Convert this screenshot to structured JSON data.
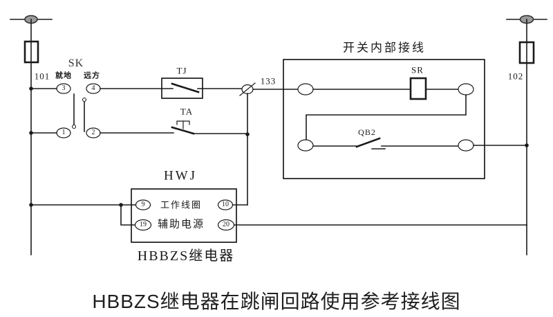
{
  "caption": "HBBZS继电器在跳闸回路使用参考接线图",
  "left_bus": {
    "label": "101"
  },
  "right_bus": {
    "label": "102"
  },
  "node_133": {
    "label": "133"
  },
  "sk_switch": {
    "label": "SK",
    "position_local": "就地",
    "position_remote": "远方",
    "terminal_3": "3",
    "terminal_4": "4",
    "terminal_1": "1",
    "terminal_2": "2"
  },
  "tj_contact": {
    "label": "TJ"
  },
  "ta_button": {
    "label": "TA"
  },
  "switch_box": {
    "title": "开关内部接线",
    "sr_coil": {
      "label": "SR"
    },
    "qb2_contact": {
      "label": "QB2"
    }
  },
  "hwj_relay": {
    "label": "HWJ",
    "row1_text": "工作线圈",
    "row2_text": "辅助电源",
    "terminal_9": "9",
    "terminal_10": "10",
    "terminal_19": "19",
    "terminal_20": "20",
    "device_name": "HBBZS继电器"
  },
  "colors": {
    "line": "#1a1a1a",
    "background": "#ffffff",
    "connector_fill": "#9a9a9a"
  }
}
